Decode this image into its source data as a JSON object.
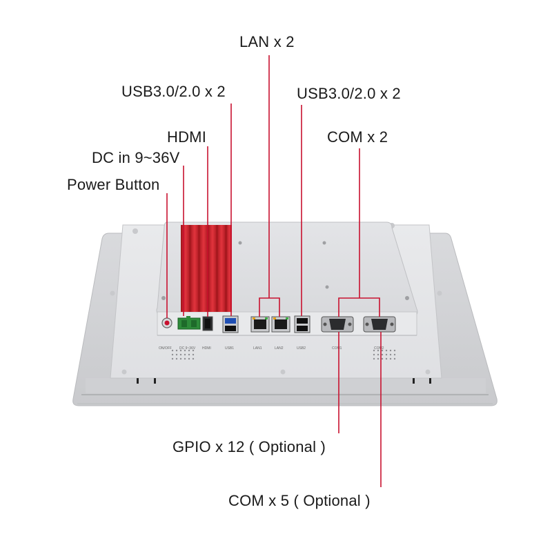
{
  "callouts": {
    "lan": "LAN x 2",
    "usb_left": "USB3.0/2.0 x 2",
    "usb_right": "USB3.0/2.0 x 2",
    "hdmi": "HDMI",
    "com": "COM x 2",
    "dc_in": "DC in 9~36V",
    "power_button": "Power Button",
    "gpio": "GPIO x 12 ( Optional )",
    "com_optional": "COM x 5 ( Optional )"
  },
  "port_labels": {
    "on_off": "ON/OFF",
    "dc": "DC 9~36V",
    "hdmi": "HDMI",
    "usb1": "USB1",
    "lan1": "LAN1",
    "lan2": "LAN2",
    "usb2": "USB2",
    "com1": "COM1",
    "com2": "COM2"
  },
  "colors": {
    "leader_line": "#c8102e",
    "heatsink": "#d42a32",
    "chassis": "#e6e7e9",
    "panel_frame": "#dcdde0"
  }
}
